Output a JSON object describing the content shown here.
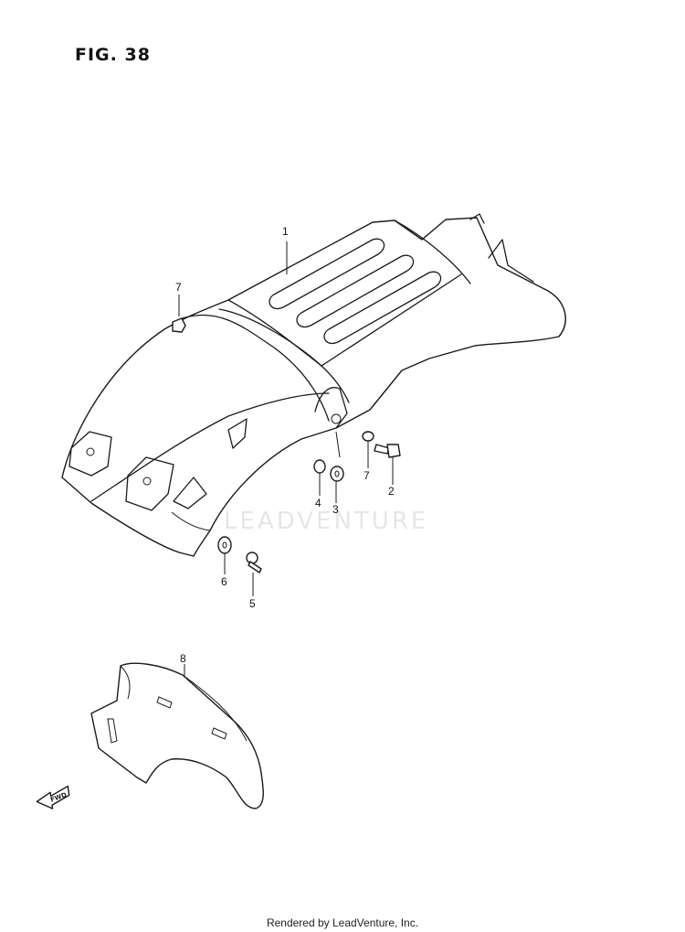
{
  "figure": {
    "title": "FIG. 38"
  },
  "callouts": [
    {
      "id": "1",
      "label": "1"
    },
    {
      "id": "2",
      "label": "2"
    },
    {
      "id": "3",
      "label": "3"
    },
    {
      "id": "4",
      "label": "4"
    },
    {
      "id": "5",
      "label": "5"
    },
    {
      "id": "6",
      "label": "6"
    },
    {
      "id": "7a",
      "label": "7"
    },
    {
      "id": "7b",
      "label": "7"
    },
    {
      "id": "8",
      "label": "8"
    }
  ],
  "direction_marker": {
    "label": "FWD",
    "icon": "forward-arrow-icon"
  },
  "watermark": {
    "text": "LEADVENTURE"
  },
  "footer": {
    "text": "Rendered by LeadVenture, Inc."
  }
}
